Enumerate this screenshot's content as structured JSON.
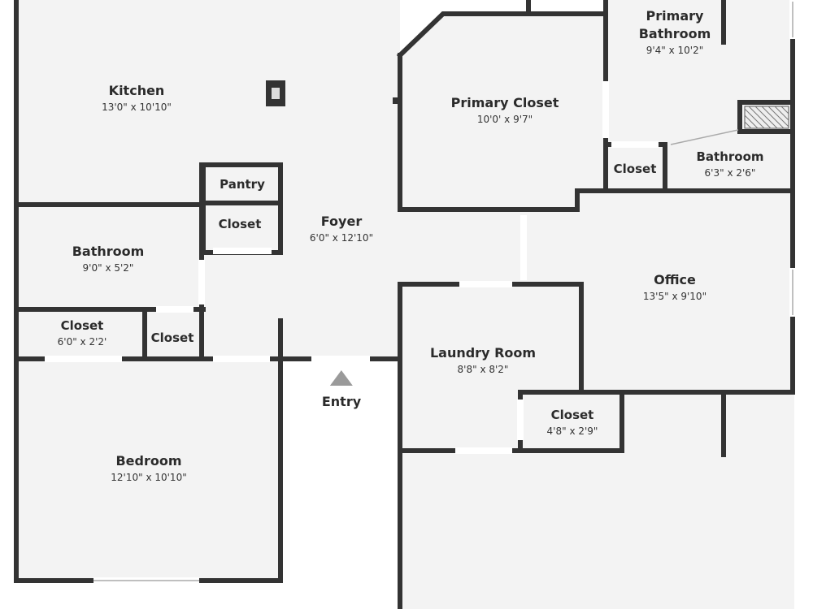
{
  "floorplan": {
    "rooms": [
      {
        "name": "Kitchen",
        "dims": "13'0\" x 10'10\""
      },
      {
        "name": "Pantry",
        "dims": ""
      },
      {
        "name": "Closet",
        "dims": ""
      },
      {
        "name": "Bathroom",
        "dims": "9'0\" x 5'2\""
      },
      {
        "name": "Closet",
        "dims": "6'0\" x 2'2'"
      },
      {
        "name": "Closet",
        "dims": ""
      },
      {
        "name": "Foyer",
        "dims": "6'0\" x 12'10\""
      },
      {
        "name": "Primary Closet",
        "dims": "10'0' x 9'7\""
      },
      {
        "name": "Primary Bathroom",
        "dims": "9'4\" x 10'2\""
      },
      {
        "name": "Closet",
        "dims": ""
      },
      {
        "name": "Bathroom",
        "dims": "6'3\" x 2'6\""
      },
      {
        "name": "Office",
        "dims": "13'5\" x 9'10\""
      },
      {
        "name": "Laundry Room",
        "dims": "8'8\" x 8'2\""
      },
      {
        "name": "Closet",
        "dims": "4'8\" x 2'9\""
      },
      {
        "name": "Bedroom",
        "dims": "12'10\" x 10'10\""
      }
    ],
    "entry": {
      "label": "Entry"
    },
    "colors": {
      "wall": "#333333",
      "floor": "#f3f3f3",
      "opening": "#ffffff",
      "arrow": "#9a9a9a",
      "text": "#2b2b2b"
    }
  }
}
